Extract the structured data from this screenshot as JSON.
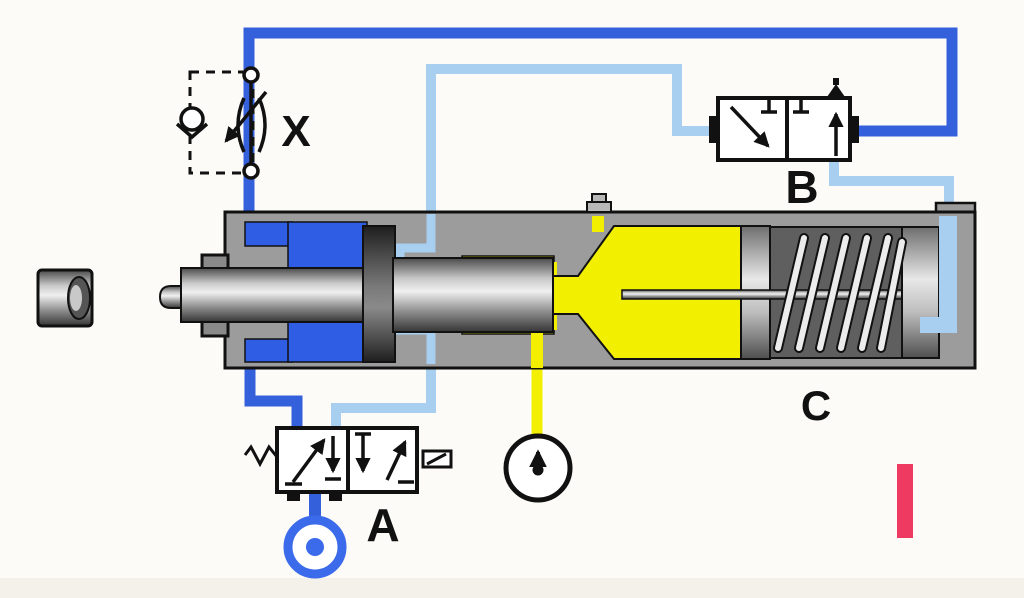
{
  "labels": {
    "flow_control_valve": "X",
    "supply_valve": "A",
    "signal_valve": "B",
    "spring_chamber": "C"
  },
  "components": {
    "flow_control_valve_x": "one-way flow control valve",
    "valve_a": "3/2 directional valve, spring return, lever operated",
    "valve_b": "3/2 directional valve, pilot operated",
    "spring_chamber_c": "spring return chamber",
    "gauge": "pressure indicator",
    "air_source": "compressed air supply",
    "marker": "pointer marker"
  },
  "colors": {
    "bg": "#FCFBF8",
    "bg_band": "#F3F1EA",
    "pipe_blue": "#3560DC",
    "chamber_blue": "#2F5DE4",
    "source_blue": "#3B6BEA",
    "light_blue": "#A8CEF0",
    "air_yellow": "#F3EF00",
    "body_gray": "#9C9C9C",
    "dark_gray": "#5F5F5F",
    "metal_light": "#B8B8B8",
    "outline": "#111111",
    "marker_pink": "#EE3A60"
  }
}
